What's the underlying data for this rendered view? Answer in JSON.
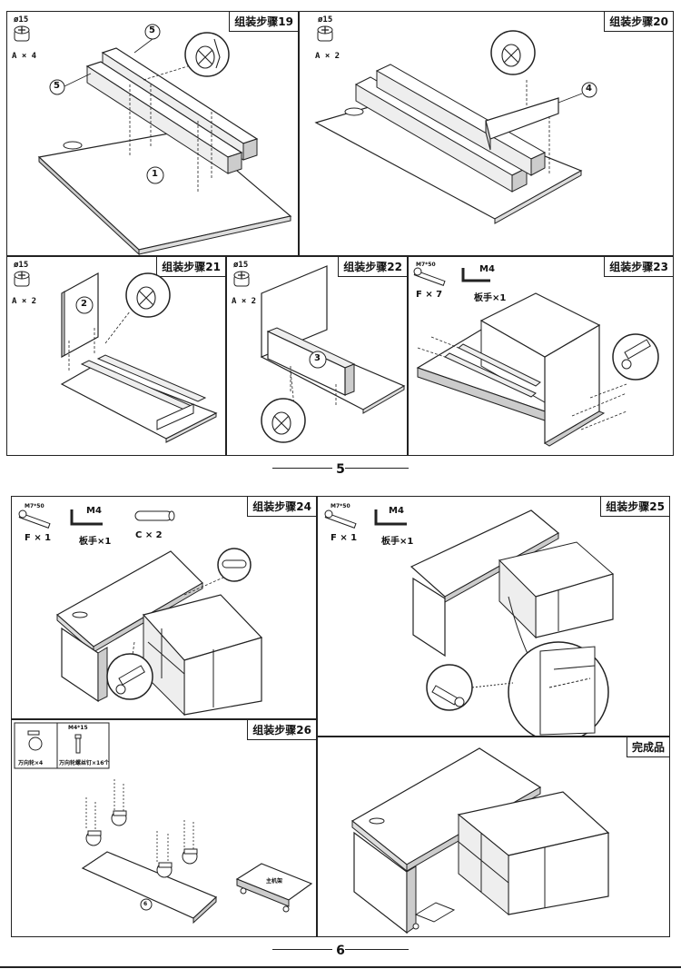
{
  "page5": {
    "number": "5",
    "step19": {
      "title": "组装步骤19",
      "part_size": "ø15",
      "part_qty": "A × 4",
      "callouts": [
        "5",
        "5",
        "1"
      ]
    },
    "step20": {
      "title": "组装步骤20",
      "part_size": "ø15",
      "part_qty": "A × 2",
      "callouts": [
        "4"
      ]
    },
    "step21": {
      "title": "组装步骤21",
      "part_size": "ø15",
      "part_qty": "A × 2",
      "callouts": [
        "2"
      ]
    },
    "step22": {
      "title": "组装步骤22",
      "part_size": "ø15",
      "part_qty": "A × 2",
      "callouts": [
        "3"
      ]
    },
    "step23": {
      "title": "组装步骤23",
      "screw_size": "M7*50",
      "screw_qty": "F × 7",
      "wrench_size": "M4",
      "wrench_qty": "板手×1"
    }
  },
  "page6": {
    "number": "6",
    "step24": {
      "title": "组装步骤24",
      "screw_size": "M7*50",
      "screw_qty": "F × 1",
      "wrench_size": "M4",
      "wrench_qty": "板手×1",
      "dowel_qty": "C × 2"
    },
    "step25": {
      "title": "组装步骤25",
      "screw_size": "M7*50",
      "screw_qty": "F × 1",
      "wrench_size": "M4",
      "wrench_qty": "板手×1"
    },
    "step26": {
      "title": "组装步骤26",
      "caster_label": "万向轮×4",
      "screw_size": "M4*15",
      "screw_label": "万向轮螺丝钉×16个",
      "callout": "6",
      "stand_label": "主机架"
    },
    "finished": {
      "title": "完成品"
    }
  }
}
